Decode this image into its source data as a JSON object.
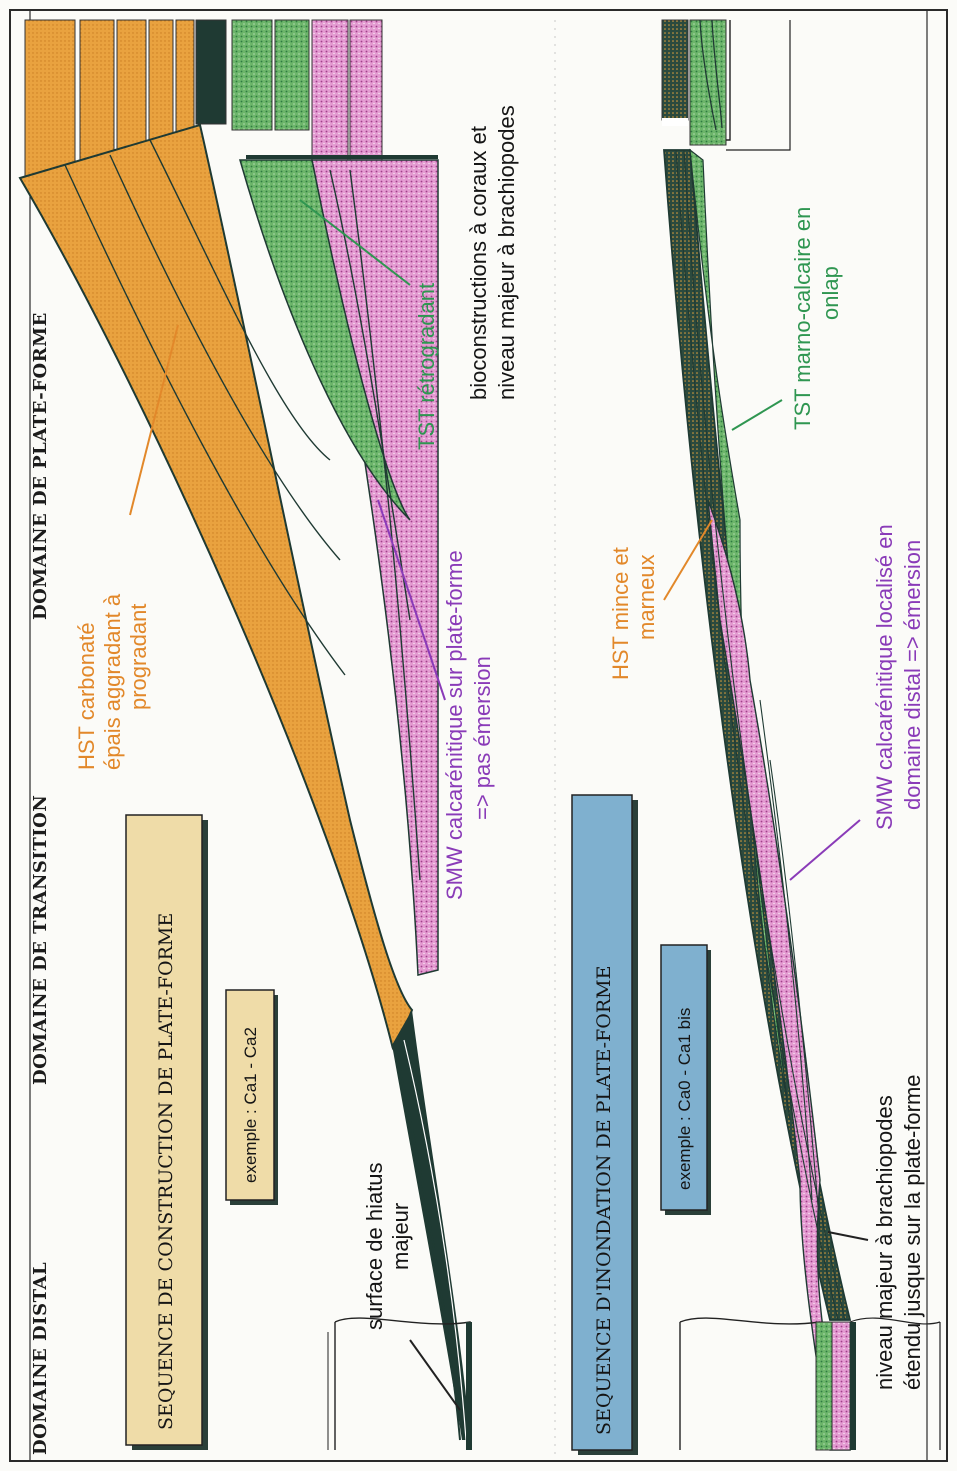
{
  "domains": {
    "distal": "DOMAINE DISTAL",
    "transition": "DOMAINE DE TRANSITION",
    "platform": "DOMAINE DE PLATE-FORME"
  },
  "upper": {
    "title": "SEQUENCE DE CONSTRUCTION DE PLATE-FORME",
    "example": "exemple : Ca1 - Ca2",
    "hst": [
      "HST carbonaté",
      "épais aggradant à",
      "progradant"
    ],
    "tst": "TST rétrogradant",
    "smw": [
      "SMW calcarénitique sur plate-forme",
      "=> pas émersion"
    ],
    "bioconstructions": [
      "bioconstructions à coraux et",
      "niveau majeur à brachiopodes"
    ],
    "hiatus": [
      "surface de hiatus",
      "majeur"
    ]
  },
  "lower": {
    "title": "SEQUENCE D'INONDATION DE PLATE-FORME",
    "example": "exemple : Ca0 - Ca1 bis",
    "hst": [
      "HST mince et",
      "marneux"
    ],
    "tst": [
      "TST marno-calcaire en",
      "onlap"
    ],
    "smw": [
      "SMW calcarénitique localisé en",
      "domaine distal => émersion"
    ],
    "brachiopodes": [
      "niveau majeur à brachiopodes",
      "étendu jusque sur la plate-forme"
    ]
  },
  "colors": {
    "hst": "#e9a23f",
    "tst": "#6cb56a",
    "smw": "#e39ad1",
    "dark": "#1f3a33",
    "box_yellow": "#efdca8",
    "box_blue": "#7fb0cf"
  }
}
